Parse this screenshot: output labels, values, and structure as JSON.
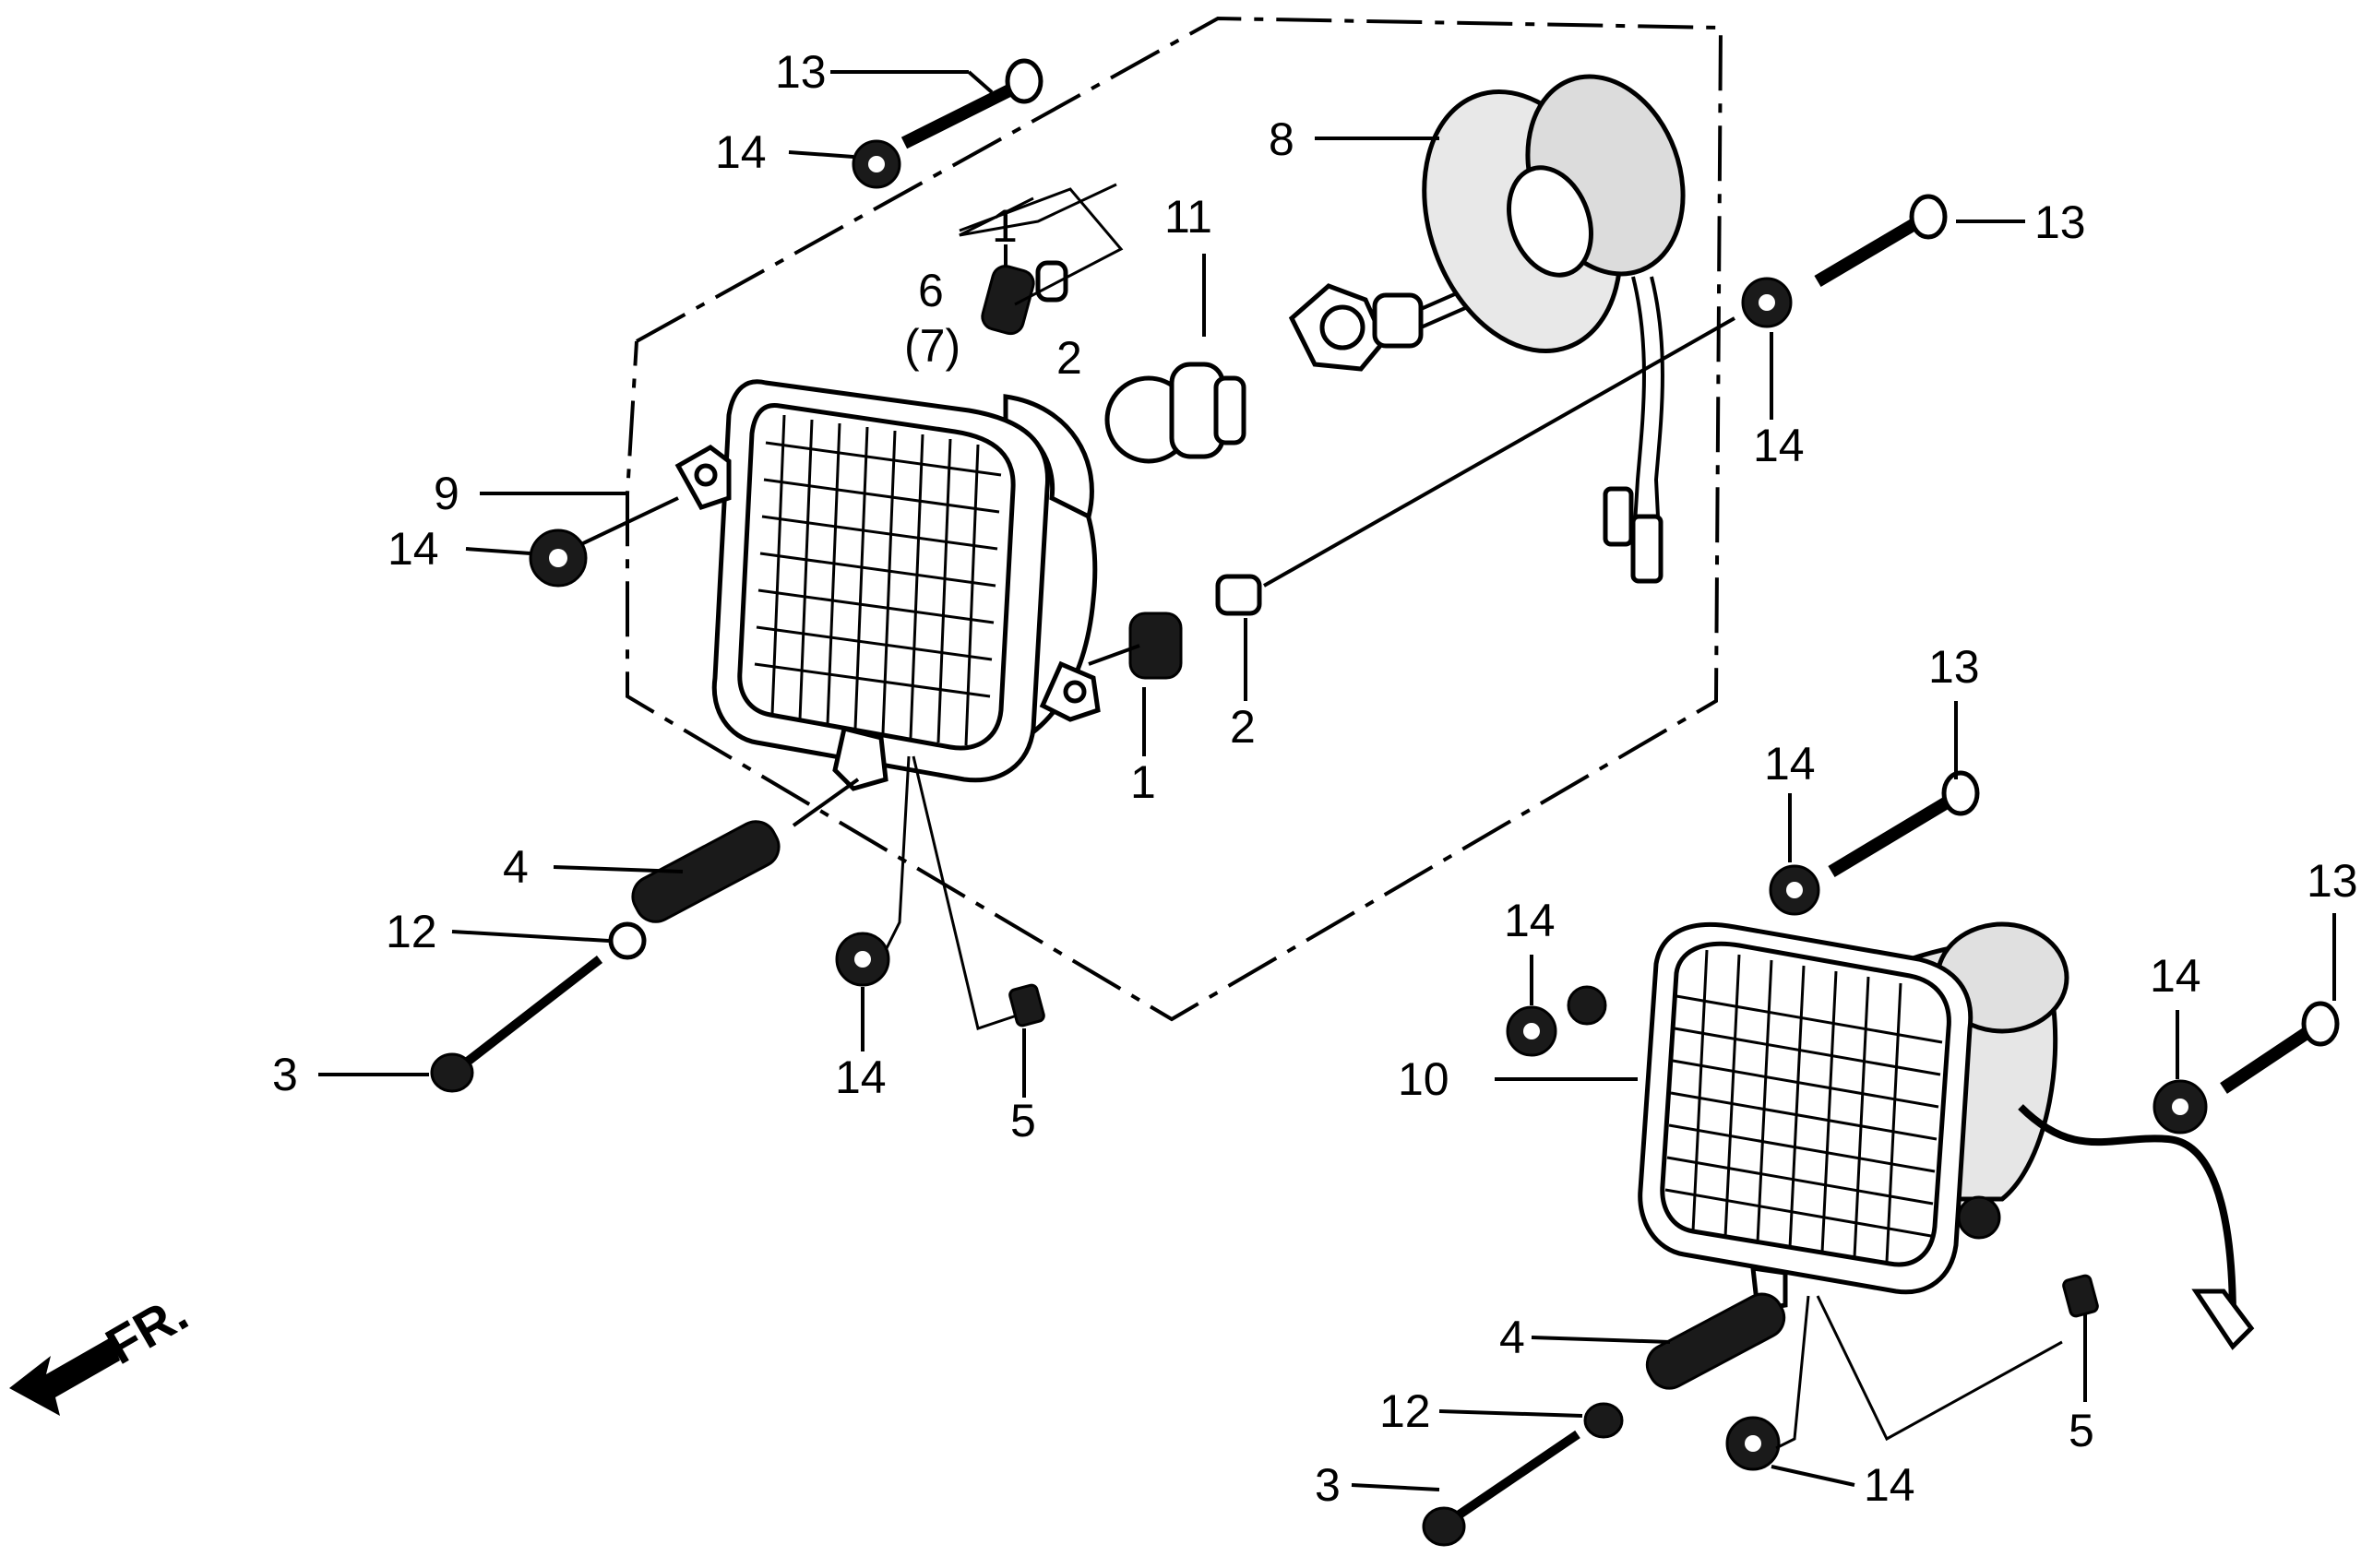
{
  "diagram": {
    "type": "exploded-parts-diagram",
    "labels": [
      {
        "id": "p13a",
        "text": "13"
      },
      {
        "id": "p14a",
        "text": "14"
      },
      {
        "id": "p8",
        "text": "8"
      },
      {
        "id": "p11",
        "text": "11"
      },
      {
        "id": "p1a",
        "text": "1"
      },
      {
        "id": "p6",
        "text": "6"
      },
      {
        "id": "p7",
        "text": "(7)"
      },
      {
        "id": "p2a",
        "text": "2"
      },
      {
        "id": "p13b",
        "text": "13"
      },
      {
        "id": "p14b",
        "text": "14"
      },
      {
        "id": "p9",
        "text": "9"
      },
      {
        "id": "p14c",
        "text": "14"
      },
      {
        "id": "p2b",
        "text": "2"
      },
      {
        "id": "p1b",
        "text": "1"
      },
      {
        "id": "p4a",
        "text": "4"
      },
      {
        "id": "p12a",
        "text": "12"
      },
      {
        "id": "p3a",
        "text": "3"
      },
      {
        "id": "p14d",
        "text": "14"
      },
      {
        "id": "p5a",
        "text": "5"
      },
      {
        "id": "p13c",
        "text": "13"
      },
      {
        "id": "p14e",
        "text": "14"
      },
      {
        "id": "p13d",
        "text": "13"
      },
      {
        "id": "p14f",
        "text": "14"
      },
      {
        "id": "p14g",
        "text": "14"
      },
      {
        "id": "p10",
        "text": "10"
      },
      {
        "id": "p4b",
        "text": "4"
      },
      {
        "id": "p12b",
        "text": "12"
      },
      {
        "id": "p3b",
        "text": "3"
      },
      {
        "id": "p14h",
        "text": "14"
      },
      {
        "id": "p5b",
        "text": "5"
      }
    ],
    "direction_marker": {
      "text": "FR."
    }
  }
}
